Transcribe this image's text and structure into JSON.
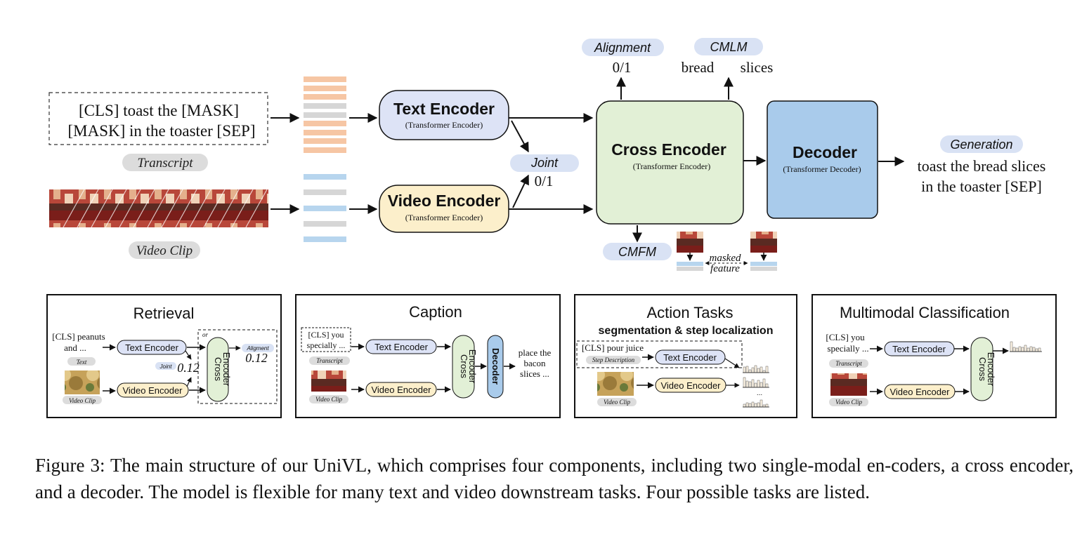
{
  "main": {
    "transcript_line1": "[CLS] toast the [MASK]",
    "transcript_line2": "[MASK] in the toaster [SEP]",
    "transcript_label": "Transcript",
    "video_label": "Video Clip",
    "text_encoder": "Text Encoder",
    "text_encoder_sub": "(Transformer Encoder)",
    "video_encoder": "Video Encoder",
    "video_encoder_sub": "(Transformer Encoder)",
    "joint_label": "Joint",
    "joint_value": "0/1",
    "cross_encoder": "Cross Encoder",
    "cross_encoder_sub": "(Transformer Encoder)",
    "decoder": "Decoder",
    "decoder_sub": "(Transformer Decoder)",
    "alignment_label": "Alignment",
    "alignment_value": "0/1",
    "cmlm_label": "CMLM",
    "cmlm_word1": "bread",
    "cmlm_word2": "slices",
    "cmfm_label": "CMFM",
    "masked_label_1": "masked",
    "masked_label_2": "feature",
    "generation_label": "Generation",
    "generation_line1": "toast the bread slices",
    "generation_line2": "in the toaster [SEP]"
  },
  "tasks": {
    "retrieval": {
      "title": "Retrieval",
      "text_in_1": "[CLS] peanuts",
      "text_in_2": "and ...",
      "text_tag": "Text",
      "video_tag": "Video Clip",
      "text_encoder": "Text Encoder",
      "video_encoder": "Video Encoder",
      "cross_1": "Cross",
      "cross_2": "Encoder",
      "or": "or",
      "joint": "Joint",
      "joint_value": "0.12",
      "alignment": "Aligment",
      "alignment_value": "0.12"
    },
    "caption": {
      "title": "Caption",
      "text_in_1": "[CLS] you",
      "text_in_2": "specially ...",
      "transcript_tag": "Transcript",
      "video_tag": "Video Clip",
      "text_encoder": "Text Encoder",
      "video_encoder": "Video Encoder",
      "cross_1": "Cross",
      "cross_2": "Encoder",
      "decoder": "Decoder",
      "output_1": "place the",
      "output_2": "bacon",
      "output_3": "slices ..."
    },
    "action": {
      "title": "Action  Tasks",
      "subtitle": "segmentation &  step localization",
      "text_in": "[CLS] pour juice",
      "step_tag": "Step Description",
      "video_tag": "Video Clip",
      "text_encoder": "Text Encoder",
      "video_encoder": "Video Encoder",
      "dots": "..."
    },
    "classification": {
      "title": "Multimodal Classification",
      "text_in_1": "[CLS] you",
      "text_in_2": "specially ...",
      "transcript_tag": "Transcript",
      "video_tag": "Video Clip",
      "text_encoder": "Text Encoder",
      "video_encoder": "Video Encoder",
      "cross_1": "Cross",
      "cross_2": "Encoder"
    }
  },
  "caption": {
    "text": "Figure 3: The main structure of our UniVL, which comprises four components, including two single-modal en-coders, a cross encoder, and a decoder. The model is flexible for many text and video downstream tasks. Four possible tasks are listed."
  },
  "colors": {
    "text_encoder": "#dde3f6",
    "video_encoder": "#fcefcb",
    "cross_encoder": "#e2f0d6",
    "decoder": "#a9cbeb",
    "label_pill_blue": "#d9e2f4",
    "label_pill_gray": "#dcdcdc",
    "token_orange": "#f6c6a4",
    "token_gray": "#d6d6d6",
    "token_blue": "#b7d5ee"
  }
}
